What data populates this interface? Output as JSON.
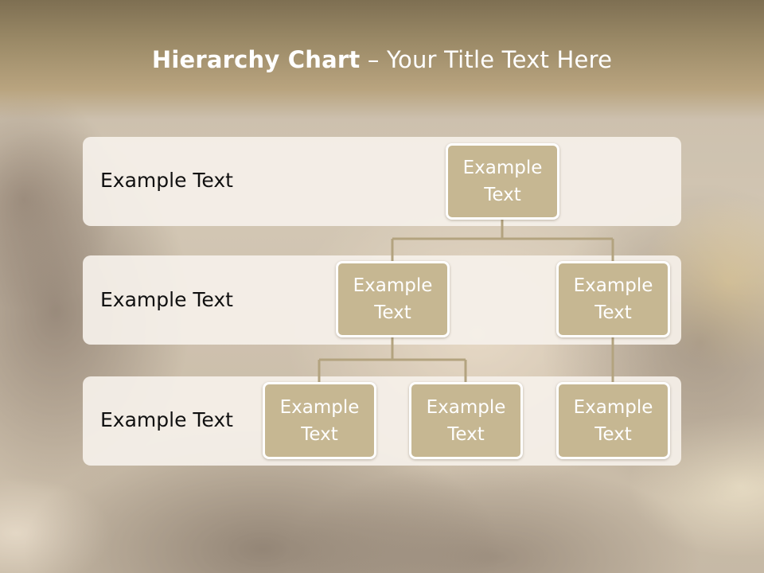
{
  "slide": {
    "title_bold": "Hierarchy Chart",
    "title_rest": " – Your Title Text Here"
  },
  "levels": [
    {
      "label": "Example Text"
    },
    {
      "label": "Example Text"
    },
    {
      "label": "Example Text"
    }
  ],
  "nodes": {
    "root": "Example Text",
    "mid_left": "Example Text",
    "mid_right": "Example Text",
    "leaf_1": "Example Text",
    "leaf_2": "Example Text",
    "leaf_3": "Example Text"
  },
  "colors": {
    "node_fill": "#c6b792",
    "node_border": "#ffffff",
    "connector": "#b3a37f",
    "band_fill": "#f5f0e9",
    "title_band": "#9b8a67"
  }
}
